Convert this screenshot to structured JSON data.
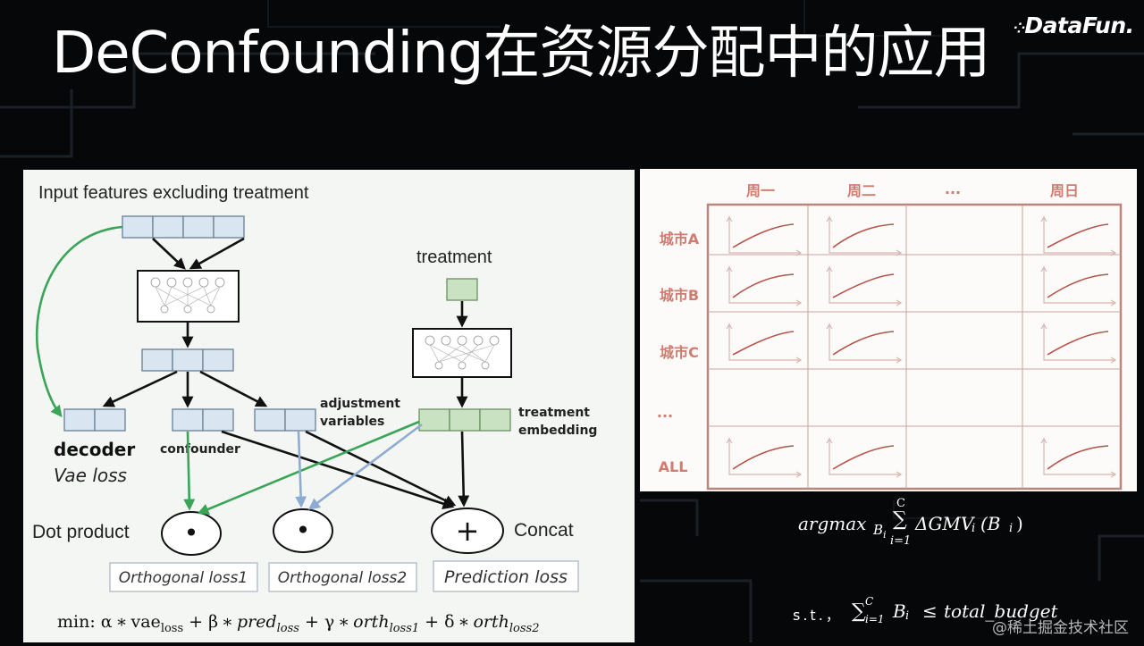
{
  "slide": {
    "title": "DeConfounding在资源分配中的应用",
    "logo": "DataFun.",
    "watermark": "@稀土掘金技术社区"
  },
  "diagram": {
    "input_label": "Input features excluding treatment",
    "treatment_label": "treatment",
    "adjustment_line1": "adjustment",
    "adjustment_line2": "variables",
    "treatment_emb_line1": "treatment",
    "treatment_emb_line2": "embedding",
    "decoder": "decoder",
    "vae_loss": "Vae loss",
    "confounder": "confounder",
    "dot_product": "Dot product",
    "dot_symbol": "•",
    "plus_symbol": "+",
    "concat": "Concat",
    "loss_boxes": [
      "Orthogonal loss1",
      "Orthogonal loss2",
      "Prediction loss"
    ],
    "objective": {
      "prefix": "min:",
      "alpha": "α",
      "beta": "β",
      "gamma": "γ",
      "delta": "δ",
      "star": "∗",
      "plus": "+",
      "vae": "vae",
      "pred": "pred",
      "orth": "orth",
      "loss_sub": "loss",
      "loss1_sub": "loss1",
      "loss2_sub": "loss2"
    },
    "colors": {
      "box_blue": "#d9e5f0",
      "box_green": "#c8e2c2",
      "arrow_green": "#3aa457",
      "arrow_blue": "#8eacd2"
    }
  },
  "budget_table": {
    "columns": [
      "周一",
      "周二",
      "...",
      "周日"
    ],
    "rows": [
      "城市A",
      "城市B",
      "城市C",
      "...",
      "ALL"
    ],
    "header_color": "#cf7b6f"
  },
  "formulas": {
    "argmax": "argmax",
    "argmax_sub": "B",
    "argmax_sub_i": "i",
    "sum": "∑",
    "sum_upper": "C",
    "sum_lower": "i=1",
    "term": "ΔGMV",
    "term_sub": "i",
    "term_arg": "(B",
    "term_arg_sub": "i",
    "term_close": ")",
    "st": "s.t.，",
    "st_sum": "∑",
    "st_sum_upper": "C",
    "st_sum_lower": "i=1",
    "st_var": "B",
    "st_var_sub": "i",
    "st_le": "≤",
    "st_rhs": "total_budget"
  }
}
